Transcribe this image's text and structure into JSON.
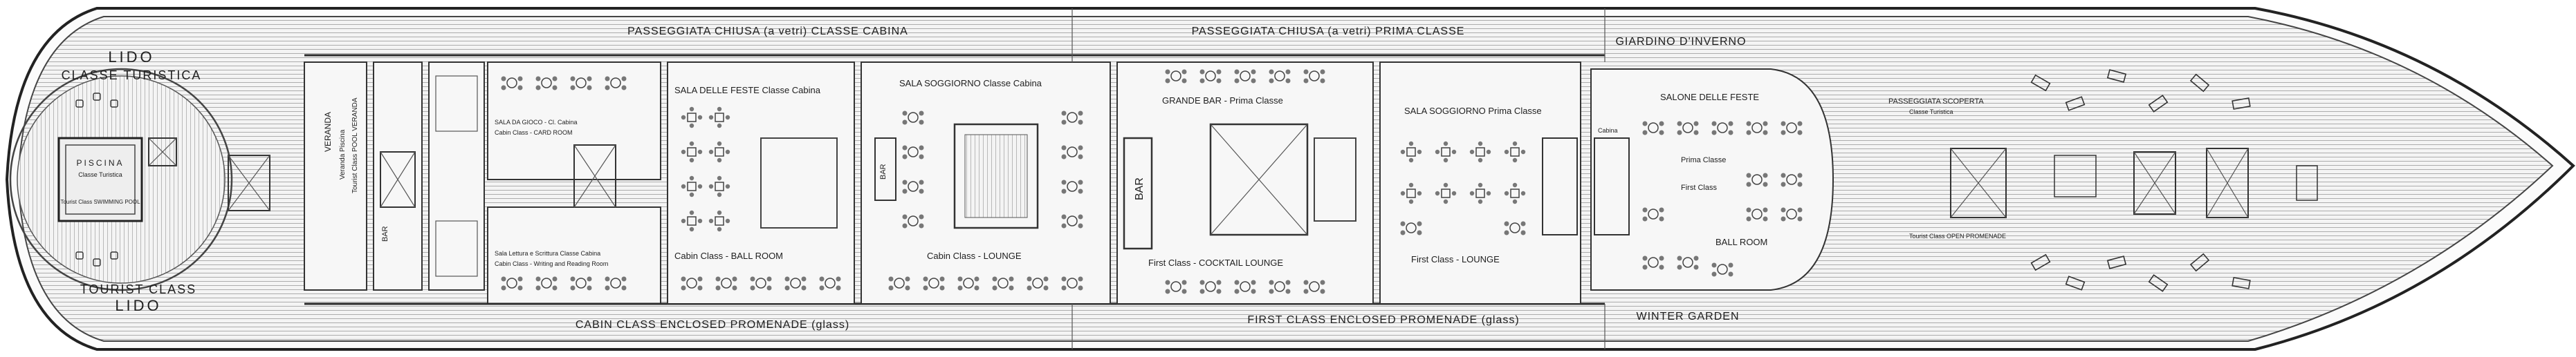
{
  "labels": {
    "lido_top": "LIDO",
    "classe_turistica": "CLASSE TURISTICA",
    "piscina": "PISCINA",
    "classe_turistica_small": "Classe Turistica",
    "tourist_class_swimming_pool": "Tourist Class SWIMMING POOL",
    "tourist_class_bottom": "TOURIST CLASS",
    "lido_bottom": "LIDO",
    "veranda_vertical": "VERANDA",
    "veranda_piscina": "Veranda Piscina",
    "tourist_class_pool_veranda": "Tourist Class POOL VERANDA",
    "sala_da_gioco": "SALA DA GIOCO - Cl. Cabina",
    "cabin_class_card_room": "Cabin Class - CARD ROOM",
    "sala_lettura": "Sala Lettura e Scrittura Classe Cabina",
    "cabin_class_writing": "Cabin Class - Writing and Reading Room",
    "passeggiata_chiusa_cabina": "PASSEGGIATA CHIUSA (a vetri) CLASSE CABINA",
    "passeggiata_chiusa_prima": "PASSEGGIATA CHIUSA (a vetri) PRIMA CLASSE",
    "giardino_dinverno": "GIARDINO D'INVERNO",
    "sala_delle_feste_cabina": "SALA DELLE FESTE Classe Cabina",
    "cabin_class_ball_room": "Cabin Class - BALL ROOM",
    "sala_soggiorno_cabina": "SALA SOGGIORNO Classe Cabina",
    "cabin_class_lounge": "Cabin Class - LOUNGE",
    "bar_small": "BAR",
    "bar_large": "BAR",
    "grande_bar": "GRANDE BAR - Prima Classe",
    "first_class_cocktail_lounge": "First Class - COCKTAIL LOUNGE",
    "sala_soggiorno_prima": "SALA SOGGIORNO Prima Classe",
    "first_class_lounge": "First Class - LOUNGE",
    "salone_delle_feste": "SALONE DELLE FESTE",
    "prima_classe": "Prima Classe",
    "first_class": "First Class",
    "ball_room": "BALL ROOM",
    "cabin_class_enclosed_promenade": "CABIN CLASS ENCLOSED PROMENADE (glass)",
    "first_class_enclosed_promenade": "FIRST CLASS ENCLOSED PROMENADE (glass)",
    "winter_garden": "WINTER GARDEN",
    "passeggiata_scoperta": "PASSEGGIATA SCOPERTA",
    "classe_turistica_prom": "Classe Turistica",
    "tourist_class_open_promenade": "Tourist Class OPEN PROMENADE",
    "cabina_small": "Cabina"
  }
}
